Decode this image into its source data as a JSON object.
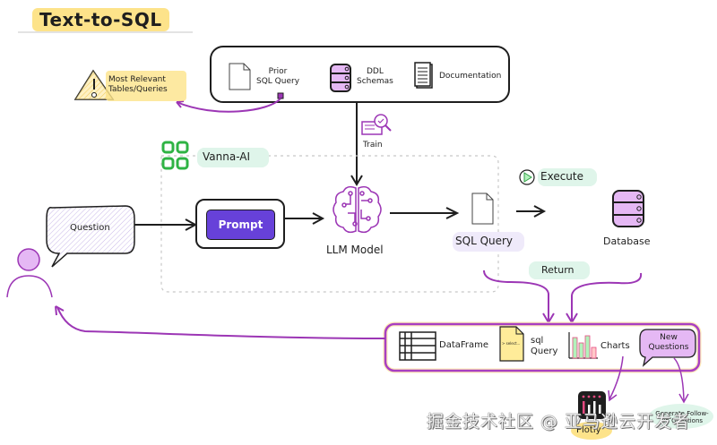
{
  "title": "Text-to-SQL",
  "warning_note": {
    "icon": "warning-icon",
    "line1": "Most Relevant",
    "line2": "Tables/Queries"
  },
  "training_sources": [
    {
      "icon": "document-icon",
      "line1": "Prior",
      "line2": "SQL Query"
    },
    {
      "icon": "database-icon",
      "line1": "DDL",
      "line2": "Schemas"
    },
    {
      "icon": "documentation-icon",
      "line1": "Documentation",
      "line2": ""
    }
  ],
  "train_label": "Train",
  "vanna_label": "Vanna-AI",
  "question_label": "Question",
  "prompt_label": "Prompt",
  "llm_label": "LLM Model",
  "sql_query_label": "SQL Query",
  "execute_label": "Execute",
  "database_label": "Database",
  "return_label": "Return",
  "outputs": [
    {
      "icon": "table-icon",
      "line1": "DataFrame",
      "line2": ""
    },
    {
      "icon": "sql-file-icon",
      "line1": "sql",
      "line2": "Query",
      "file_text": "> select..."
    },
    {
      "icon": "bar-chart-icon",
      "line1": "Charts",
      "line2": ""
    },
    {
      "icon": "speech-bubble-icon",
      "line1": "New",
      "line2": "Questions"
    }
  ],
  "plotly_label": "Plotly",
  "followup_label": "Generate Follow-up Questions",
  "watermark": "掘金技术社区 @ 亚马逊云开发者",
  "colors": {
    "accent_purple": "#9c36b5",
    "prompt_fill": "#6741d9",
    "light_purple": "#e5b8f4",
    "vanna_green": "#2f9e44",
    "highlight_yellow": "#fde38a",
    "highlight_green": "#dff5ea"
  }
}
